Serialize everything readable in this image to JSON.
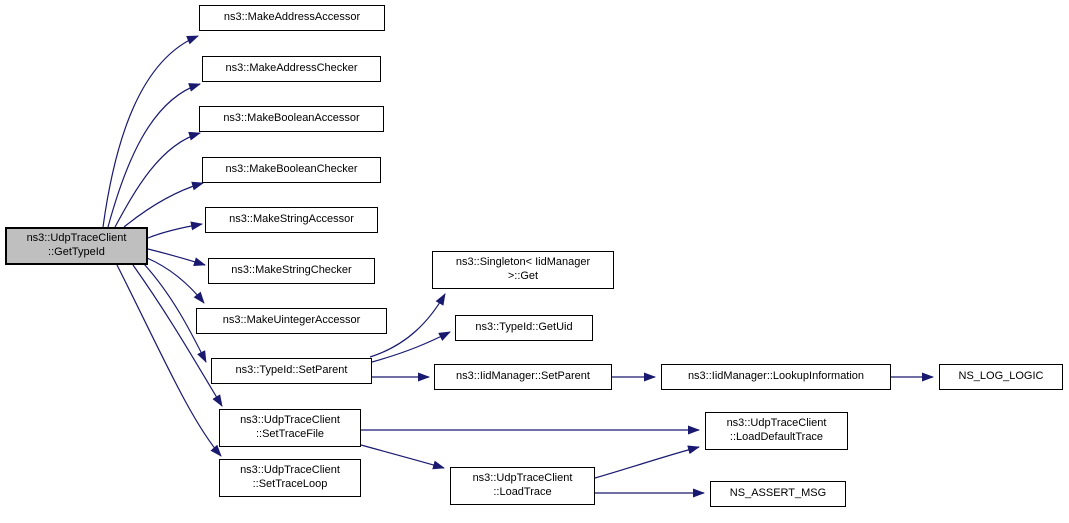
{
  "diagram": {
    "kind": "call-graph",
    "colors": {
      "edge": "#191970",
      "node_border": "#000000",
      "node_fill": "#ffffff",
      "root_fill": "#bfbfbf",
      "text": "#000000"
    },
    "nodes": [
      {
        "id": "gettypeid",
        "label": "ns3::UdpTraceClient\n::GetTypeId",
        "role": "root"
      },
      {
        "id": "makeaddressaccessor",
        "label": "ns3::MakeAddressAccessor"
      },
      {
        "id": "makeaddresschecker",
        "label": "ns3::MakeAddressChecker"
      },
      {
        "id": "makebooleanaccessor",
        "label": "ns3::MakeBooleanAccessor"
      },
      {
        "id": "makebooleanchecker",
        "label": "ns3::MakeBooleanChecker"
      },
      {
        "id": "makestringaccessor",
        "label": "ns3::MakeStringAccessor"
      },
      {
        "id": "makestringchecker",
        "label": "ns3::MakeStringChecker"
      },
      {
        "id": "makeuintegeraccessor",
        "label": "ns3::MakeUintegerAccessor"
      },
      {
        "id": "typeid-setparent",
        "label": "ns3::TypeId::SetParent"
      },
      {
        "id": "settracefile",
        "label": "ns3::UdpTraceClient\n::SetTraceFile"
      },
      {
        "id": "settraceloop",
        "label": "ns3::UdpTraceClient\n::SetTraceLoop"
      },
      {
        "id": "singleton-get",
        "label": "ns3::Singleton< IidManager\n>::Get"
      },
      {
        "id": "typeid-getuid",
        "label": "ns3::TypeId::GetUid"
      },
      {
        "id": "iidmanager-setparent",
        "label": "ns3::IidManager::SetParent"
      },
      {
        "id": "loadtrace",
        "label": "ns3::UdpTraceClient\n::LoadTrace"
      },
      {
        "id": "lookupinformation",
        "label": "ns3::IidManager::LookupInformation"
      },
      {
        "id": "ns-log-logic",
        "label": "NS_LOG_LOGIC"
      },
      {
        "id": "loaddefaulttrace",
        "label": "ns3::UdpTraceClient\n::LoadDefaultTrace"
      },
      {
        "id": "ns-assert-msg",
        "label": "NS_ASSERT_MSG"
      }
    ],
    "edges": [
      {
        "from": "gettypeid",
        "to": "makeaddressaccessor"
      },
      {
        "from": "gettypeid",
        "to": "makeaddresschecker"
      },
      {
        "from": "gettypeid",
        "to": "makebooleanaccessor"
      },
      {
        "from": "gettypeid",
        "to": "makebooleanchecker"
      },
      {
        "from": "gettypeid",
        "to": "makestringaccessor"
      },
      {
        "from": "gettypeid",
        "to": "makestringchecker"
      },
      {
        "from": "gettypeid",
        "to": "makeuintegeraccessor"
      },
      {
        "from": "gettypeid",
        "to": "typeid-setparent"
      },
      {
        "from": "gettypeid",
        "to": "settracefile"
      },
      {
        "from": "gettypeid",
        "to": "settraceloop"
      },
      {
        "from": "typeid-setparent",
        "to": "singleton-get"
      },
      {
        "from": "typeid-setparent",
        "to": "typeid-getuid"
      },
      {
        "from": "typeid-setparent",
        "to": "iidmanager-setparent"
      },
      {
        "from": "iidmanager-setparent",
        "to": "lookupinformation"
      },
      {
        "from": "lookupinformation",
        "to": "ns-log-logic"
      },
      {
        "from": "settracefile",
        "to": "loaddefaulttrace"
      },
      {
        "from": "settracefile",
        "to": "loadtrace"
      },
      {
        "from": "loadtrace",
        "to": "loaddefaulttrace"
      },
      {
        "from": "loadtrace",
        "to": "ns-assert-msg"
      }
    ]
  }
}
